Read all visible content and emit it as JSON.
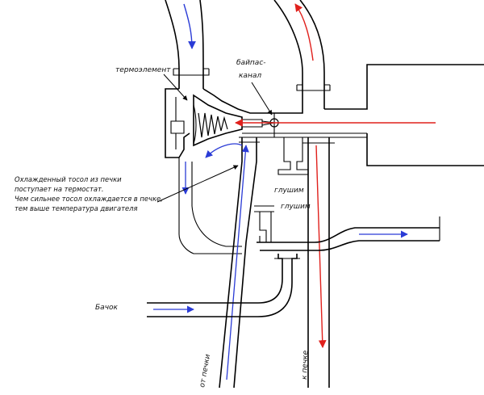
{
  "labels": {
    "thermoelement": "термоэлемент",
    "bypass_line1": "байпас-",
    "bypass_line2": "канал",
    "plug1": "глушим",
    "plug2": "глушим",
    "tank": "Бачок",
    "from_heater": "от печки",
    "to_heater": "к печке",
    "note_line1": "Охлажденный тосол из печки",
    "note_line2": "поступает на термостат.",
    "note_line3": "Чем сильнее тосол охлаждается в печке,",
    "note_line4": "тем выше температура двигателя"
  },
  "colors": {
    "hot_flow": "#e0201c",
    "cold_flow": "#2a3bd6",
    "pipe": "#000000"
  }
}
